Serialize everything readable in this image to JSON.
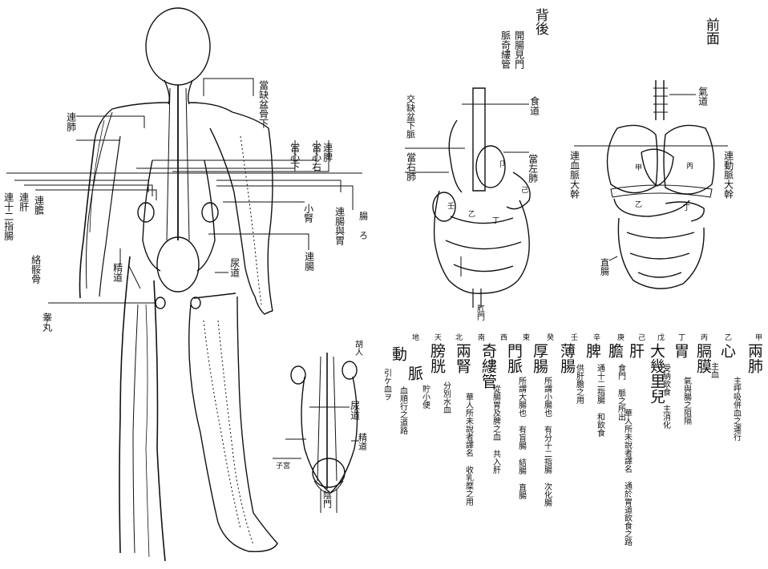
{
  "body_figure": {
    "labels": {
      "dang_que_pen_gu_xia": "當缺盆骨下",
      "lian_fei": "連肺",
      "dang_xin_xia": "當心下",
      "dang_xin_you": "當心右",
      "lian_pi": "連脾",
      "lian_shi_er_zhi_chang": "連十二指腸",
      "lian_gan": "連肝",
      "lian_dan": "連膽",
      "xiao_shen": "小腎",
      "lian_chang_yu_wei": "連腸與胃",
      "lian_chang": "連腸",
      "luo_liu_gu": "絡骽骨",
      "jing_dao": "精道",
      "niao_dao": "尿道",
      "gao_wan": "睾丸",
      "side_fragment": "腸 ろ"
    }
  },
  "pelvis_figure": {
    "labels": {
      "side_fragment": "胡人",
      "niao_dao": "尿道",
      "jing_dao": "精道",
      "zi_gong": "子宮",
      "yin_men": "陰門"
    }
  },
  "back_view": {
    "title": "背後",
    "subtitle_1": "開腸見門",
    "subtitle_2": "脈奇縷管",
    "labels": {
      "shi_dao": "食道",
      "jiao_que_pen_xia_mai": "交缺盆下脈",
      "dang_zuo_fei": "當左肺",
      "dang_you_fei": "當右肺",
      "gang_men": "肛門"
    },
    "marks": [
      "乙",
      "丁",
      "卩",
      "己",
      "壬"
    ]
  },
  "front_view": {
    "title": "前面",
    "labels": {
      "qi_dao": "氣道",
      "lian_xue_mai_da_gan": "連血脈大幹",
      "lian_dong_mai_da_gan": "連動脈大幹",
      "zheng_chang": "直腸"
    },
    "marks": [
      "甲",
      "丙",
      "乙",
      "丁"
    ]
  },
  "legend": {
    "entries": [
      {
        "stem": "甲",
        "term": "兩肺",
        "note": "主呼吸併血之運行"
      },
      {
        "stem": "乙",
        "term": "心",
        "note": "主血"
      },
      {
        "stem": "丙",
        "term": "膈膜",
        "note": "氣與腸之阻隔"
      },
      {
        "stem": "丁",
        "term": "胃",
        "note": "受納飲食 主消化"
      },
      {
        "stem": "戊",
        "term": "大幾里兒",
        "note": "華人所未說者譯名 通於胃道飲食之路"
      },
      {
        "stem": "己",
        "term": "肝",
        "note": "食門 脈之所出"
      },
      {
        "stem": "庚",
        "term": "膽",
        "note": "通十二指腸 和飲食"
      },
      {
        "stem": "辛",
        "term": "脾",
        "note": "供肝膽之用"
      },
      {
        "stem": "壬",
        "term": "薄腸",
        "note": "所謂小腸也 有分十二指腸 次化腸"
      },
      {
        "stem": "癸",
        "term": "厚腸",
        "note": "所謂大腸也 有盲腸 結腸 直腸"
      },
      {
        "stem": "東",
        "term": "門脈",
        "note": "從腸胃及脾之血 共入肝"
      },
      {
        "stem": "西",
        "term": "奇縷管",
        "note": "華人所未說者譯名 收乳糜之用"
      },
      {
        "stem": "南",
        "term": "兩腎",
        "note": "分別水血"
      },
      {
        "stem": "北",
        "term": "膀胱",
        "note": "貯小便"
      },
      {
        "stem": "天",
        "term": "脈",
        "note": "血順行之道路"
      },
      {
        "stem": "地",
        "term": "動",
        "note": "引ケ血ヲ"
      }
    ]
  }
}
